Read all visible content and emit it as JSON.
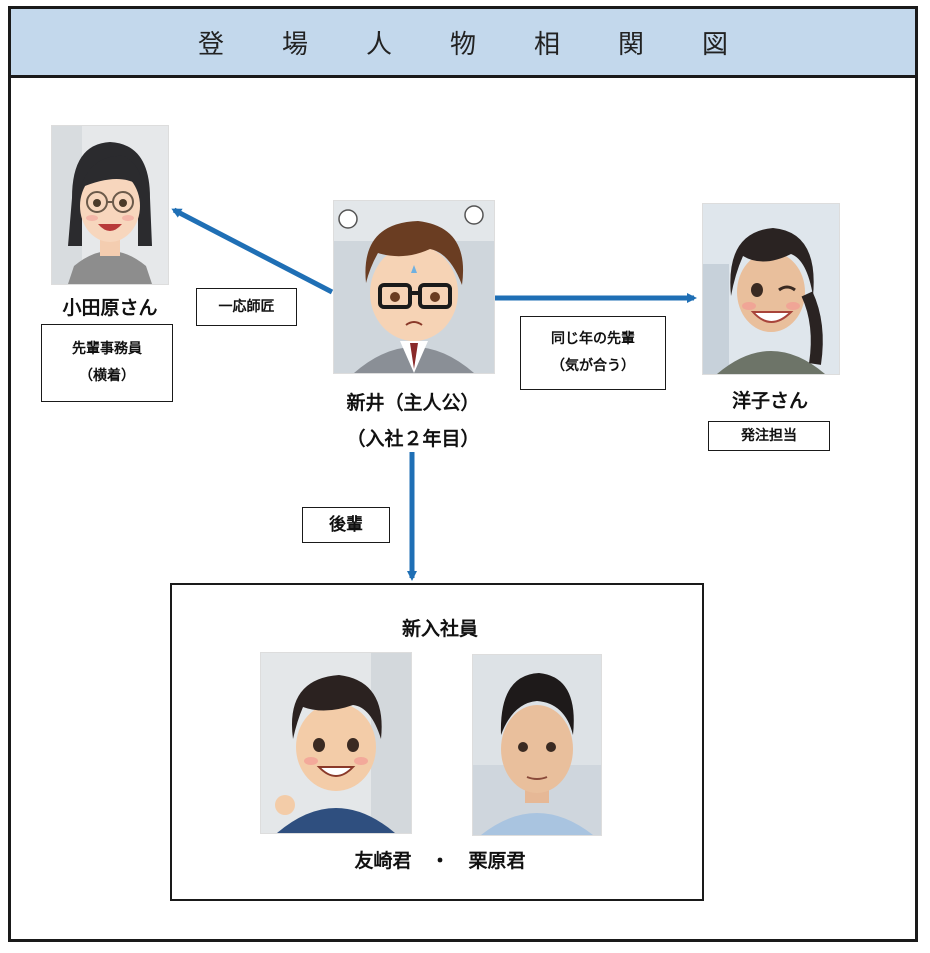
{
  "title": "登　場　人　物　相　関　図",
  "colors": {
    "header_bg": "#c3d8ec",
    "arrow": "#1f6fb5",
    "border": "#1a1a1a"
  },
  "characters": {
    "odawara": {
      "name": "小田原さん",
      "note_line1": "先輩事務員",
      "note_line2": "（横着）"
    },
    "arai": {
      "name_line1": "新井（主人公）",
      "name_line2": "（入社２年目）"
    },
    "yoko": {
      "name": "洋子さん",
      "note": "発注担当"
    },
    "newcomers": {
      "title": "新入社員",
      "names": "友崎君　・　栗原君"
    }
  },
  "relations": {
    "to_odawara": "一応師匠",
    "to_yoko_line1": "同じ年の先輩",
    "to_yoko_line2": "（気が合う）",
    "to_newcomers": "後輩"
  }
}
